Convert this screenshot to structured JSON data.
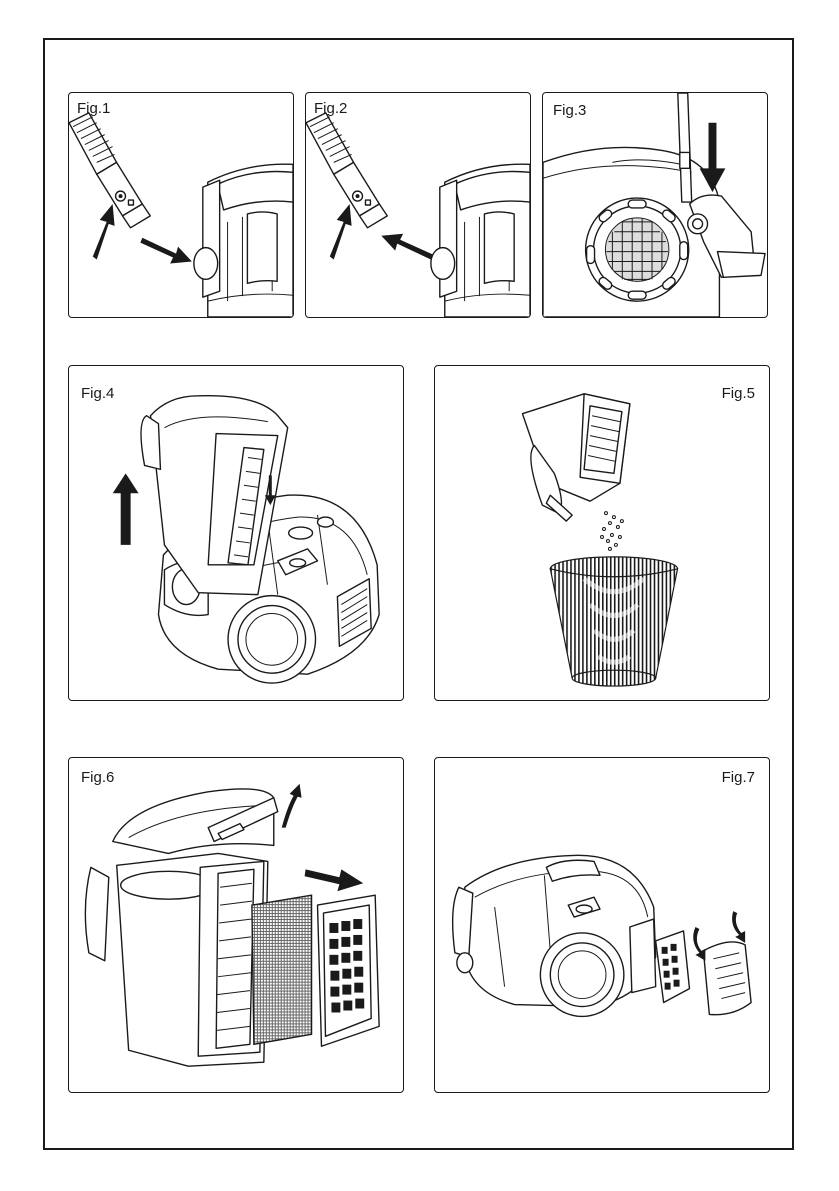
{
  "figures": {
    "fig1": {
      "label": "Fig.1"
    },
    "fig2": {
      "label": "Fig.2"
    },
    "fig3": {
      "label": "Fig.3"
    },
    "fig4": {
      "label": "Fig.4"
    },
    "fig5": {
      "label": "Fig.5"
    },
    "fig6": {
      "label": "Fig.6"
    },
    "fig7": {
      "label": "Fig.7"
    }
  }
}
